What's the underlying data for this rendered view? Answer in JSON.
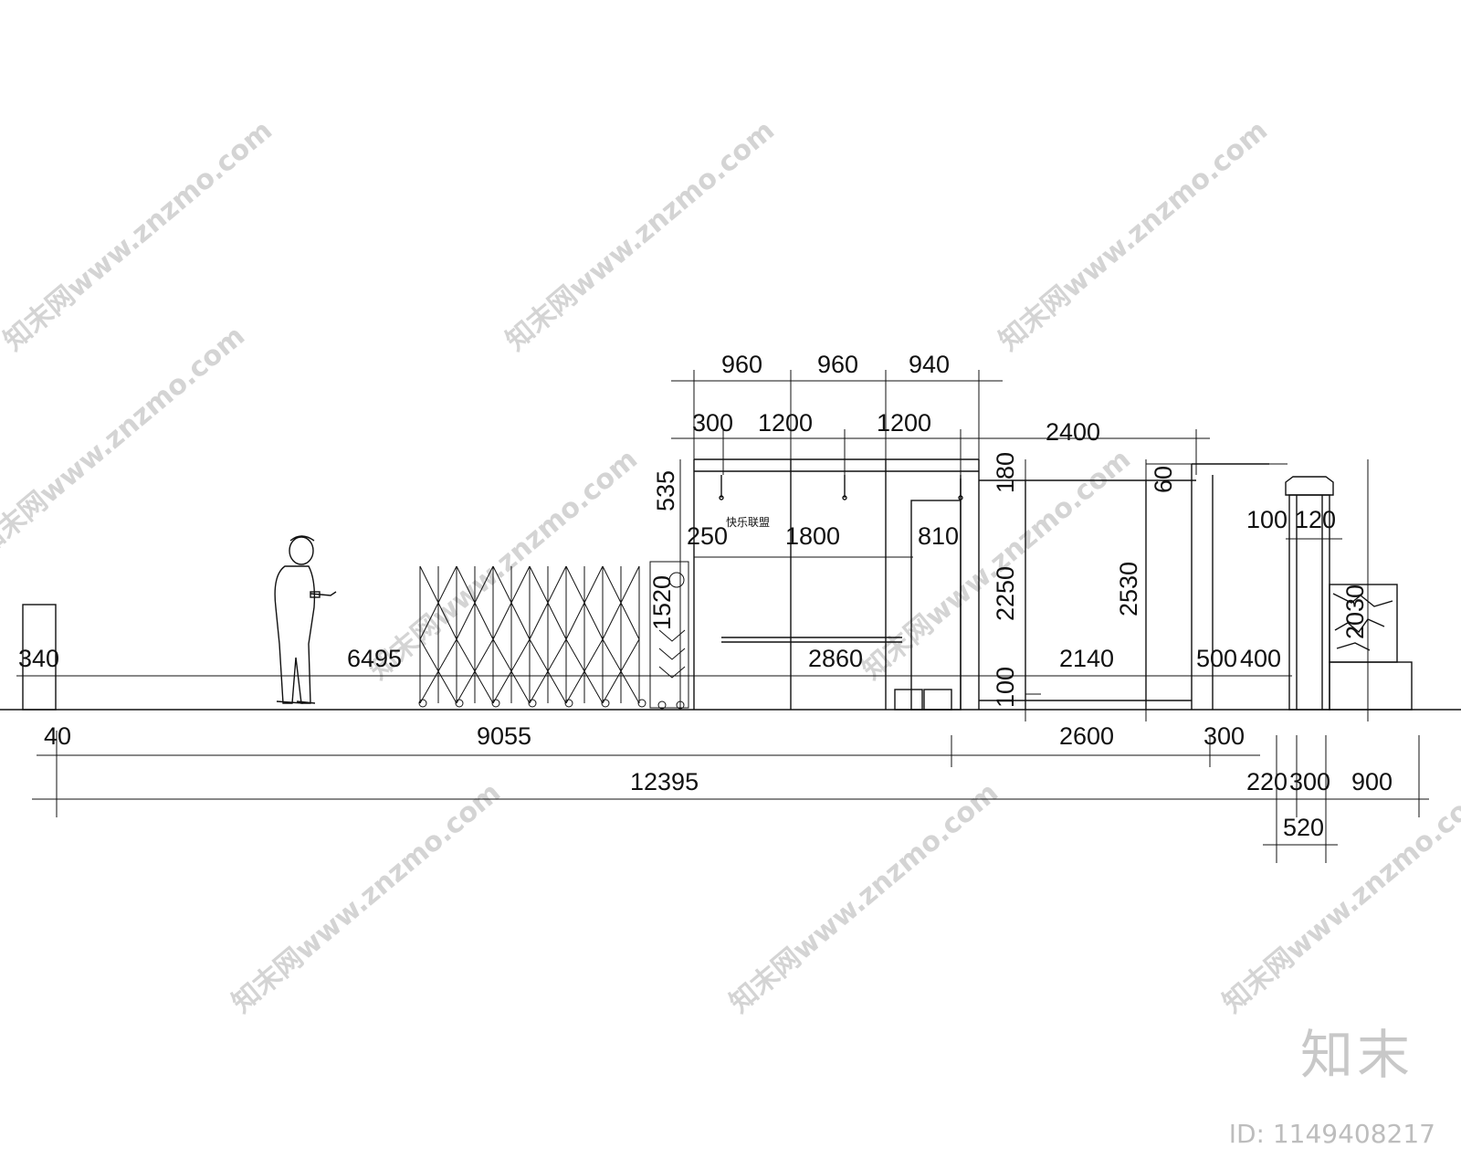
{
  "watermark": {
    "text": "知末网www.znzmo.com",
    "brand": "知末",
    "id_text": "ID: 1149408217"
  },
  "drawing": {
    "gate_label": "快乐联盟",
    "dimensions": {
      "top_row_1": [
        "960",
        "960",
        "940"
      ],
      "top_row_2": [
        "300",
        "1200",
        "1200",
        "2400"
      ],
      "left_height": "535",
      "inner_row": [
        "250",
        "1800",
        "810"
      ],
      "heights": [
        "180",
        "60",
        "2250",
        "2530",
        "100",
        "100",
        "120",
        "2030",
        "1520"
      ],
      "left_base": [
        "340",
        "6495",
        "2860",
        "2140",
        "500",
        "400"
      ],
      "bottom_row_1": [
        "40",
        "9055",
        "2600",
        "300"
      ],
      "bottom_row_2": [
        "12395",
        "220",
        "300",
        "900"
      ],
      "bottom_row_3": [
        "520"
      ]
    }
  }
}
